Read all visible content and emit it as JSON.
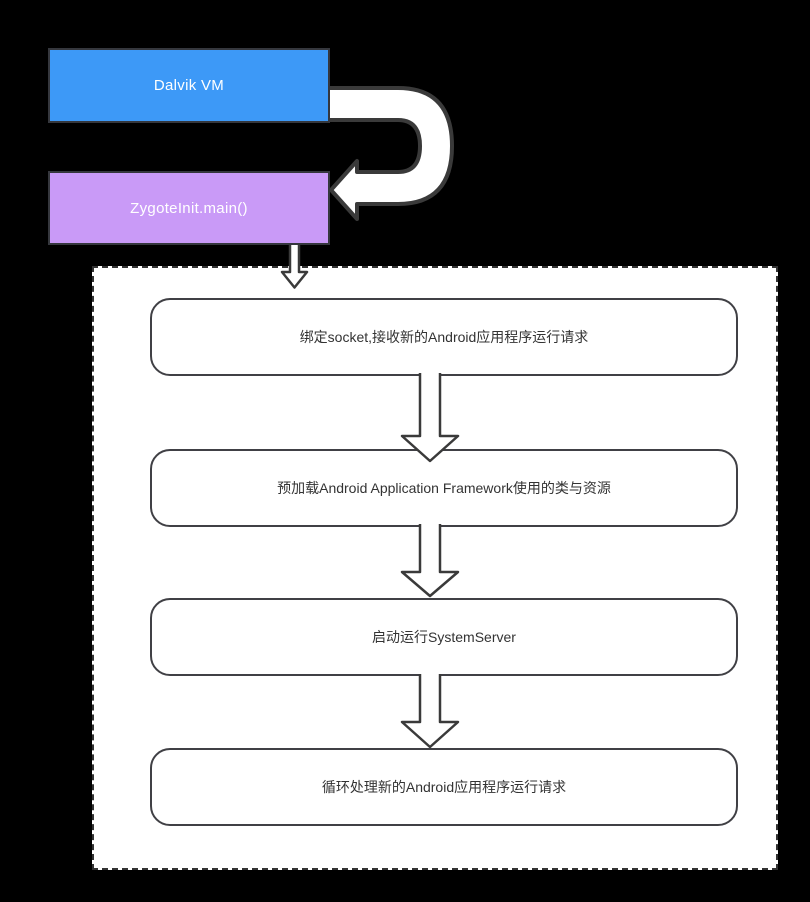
{
  "diagram": {
    "background": "#000000",
    "nodes": {
      "dalvik": {
        "label": "Dalvik VM",
        "fill": "#3D99F7",
        "text_color": "#FFFFFF"
      },
      "zygote": {
        "label": "ZygoteInit.main()",
        "fill": "#C99AF7",
        "text_color": "#FFFFFF"
      }
    },
    "flow_container": {
      "fill": "#FFFFFF",
      "border_color": "#333333",
      "border_style": "dashed"
    },
    "steps": [
      {
        "label": "绑定socket,接收新的Android应用程序运行请求"
      },
      {
        "label": "预加载Android Application Framework使用的类与资源"
      },
      {
        "label": "启动运行SystemServer"
      },
      {
        "label": "循环处理新的Android应用程序运行请求"
      }
    ],
    "step_style": {
      "text_color": "#333333",
      "border_color": "#404045",
      "fill": "#FFFFFF"
    },
    "arrow_style": {
      "fill": "#FFFFFF",
      "outline": "#3A3A3A"
    },
    "edges": [
      {
        "from": "dalvik-vm",
        "to": "zygoteinit-main",
        "style": "u-turn-loop"
      },
      {
        "from": "zygoteinit-main",
        "to": "step-1",
        "style": "down-arrow"
      },
      {
        "from": "step-1",
        "to": "step-2",
        "style": "down-arrow"
      },
      {
        "from": "step-2",
        "to": "step-3",
        "style": "down-arrow"
      },
      {
        "from": "step-3",
        "to": "step-4",
        "style": "down-arrow"
      }
    ]
  }
}
